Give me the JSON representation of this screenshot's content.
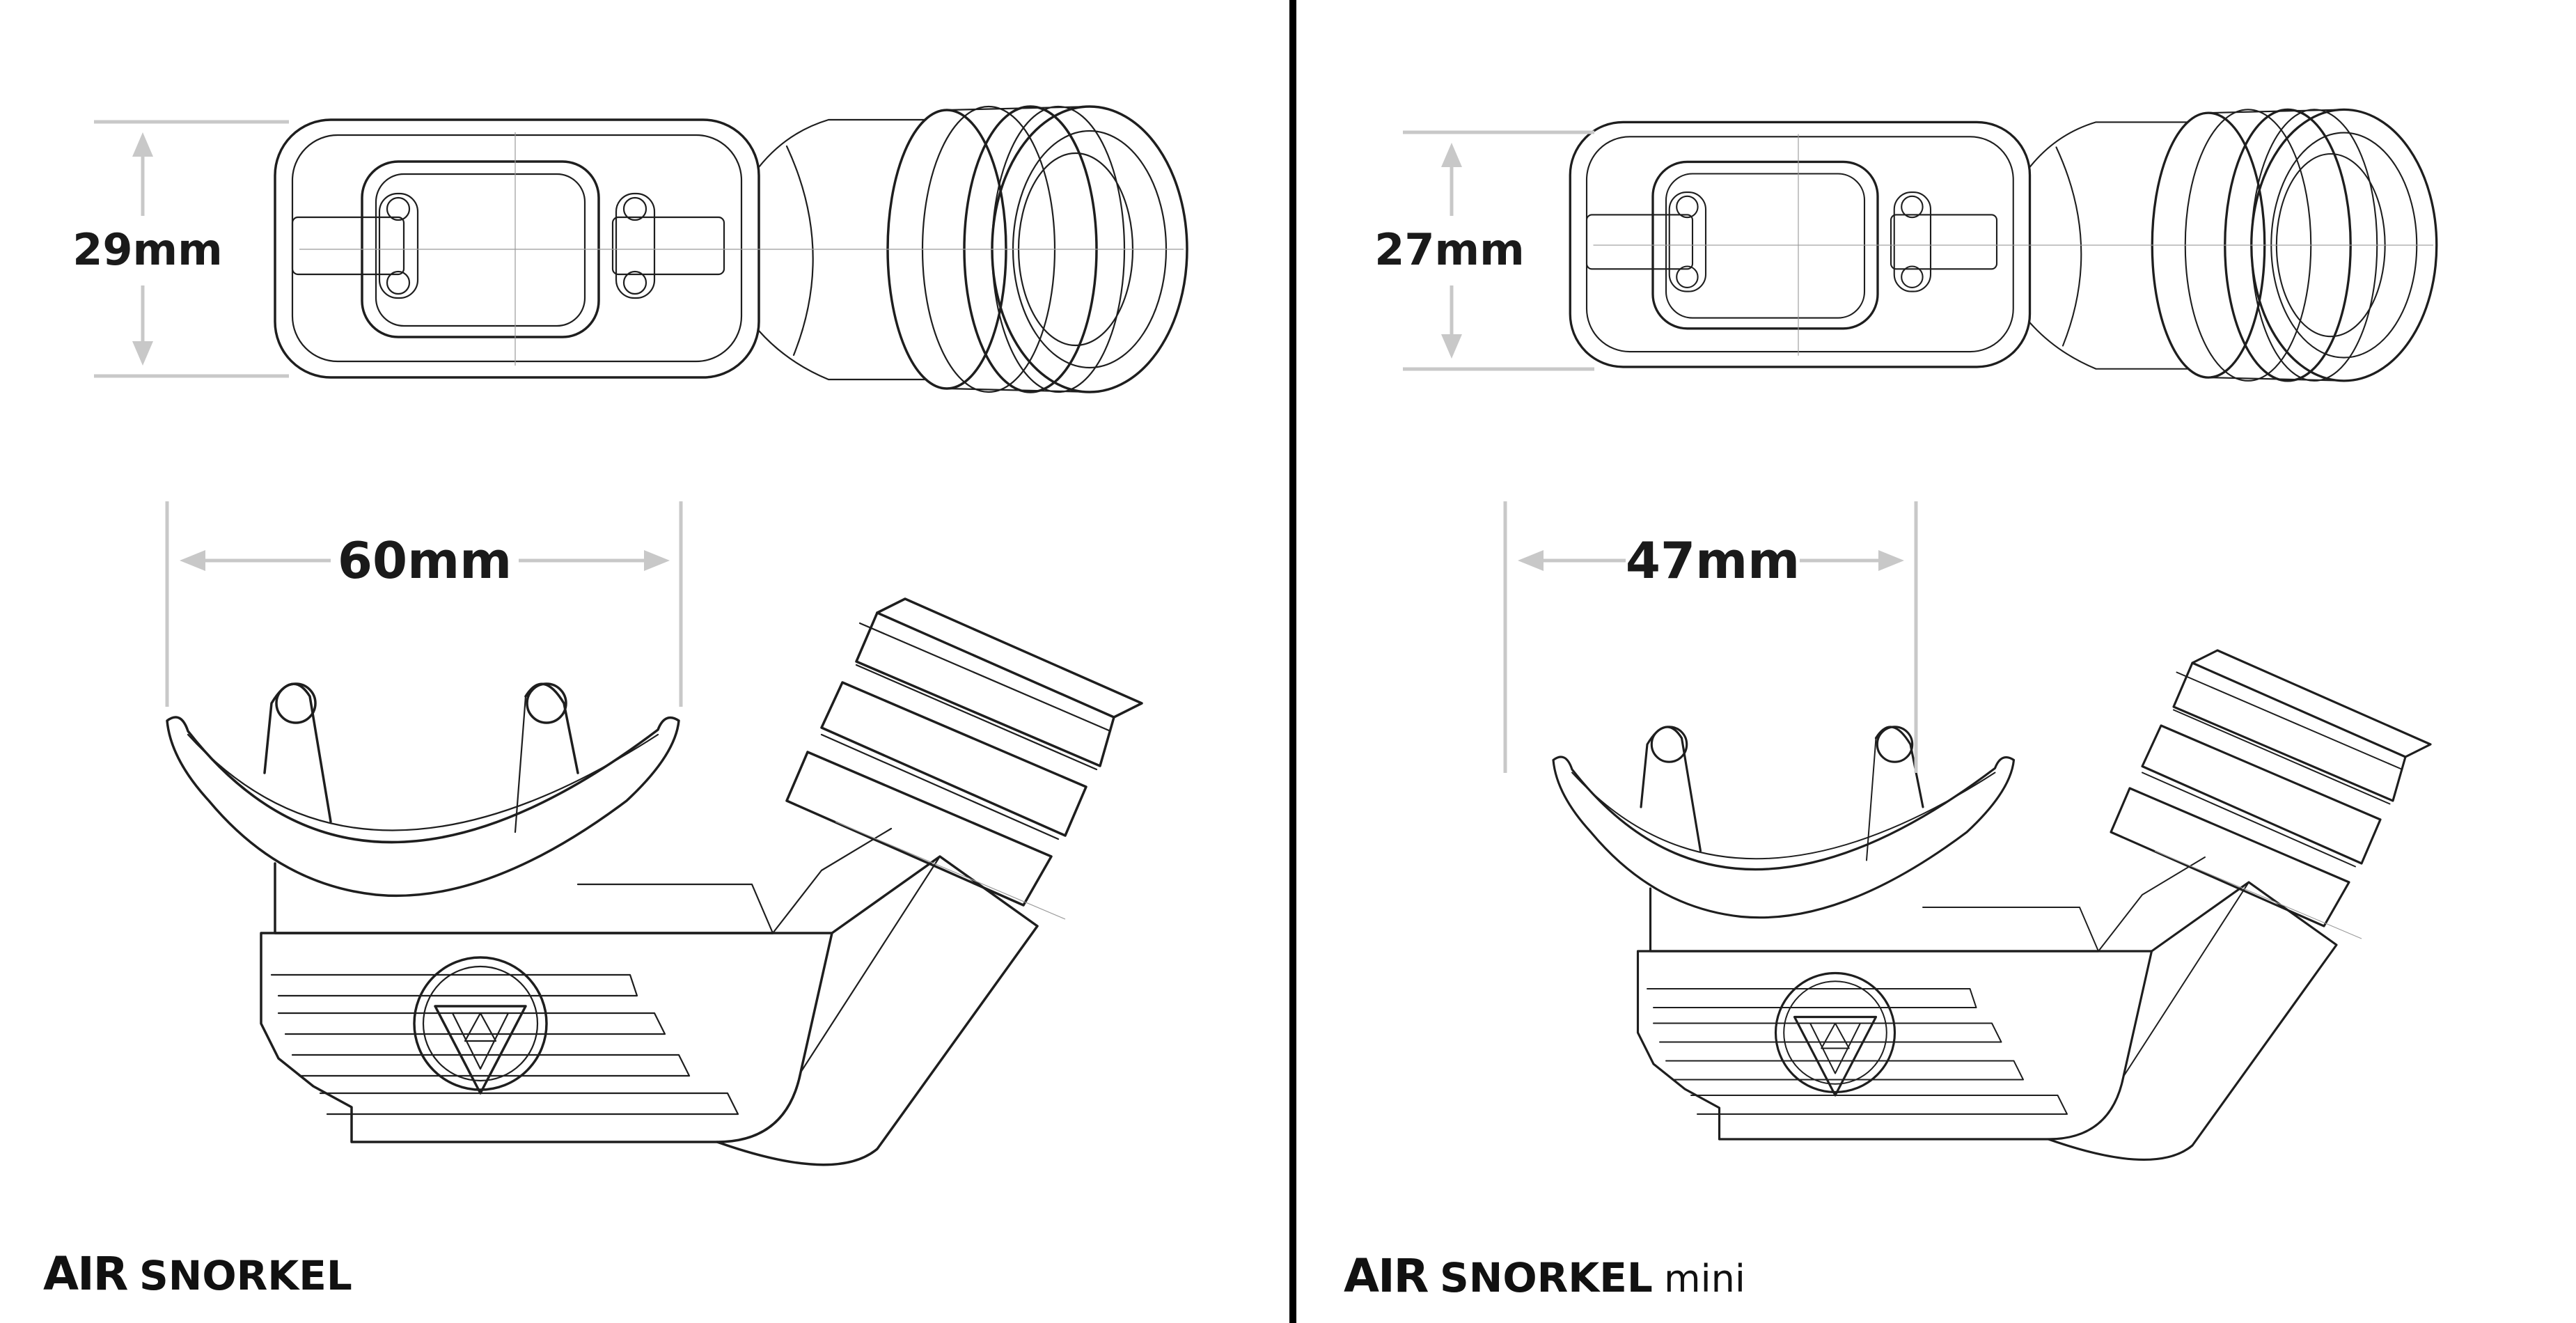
{
  "panels": [
    {
      "id": "standard",
      "height_label": "29mm",
      "width_label": "60mm",
      "brand_air": "AIR",
      "brand_name": "SNORKEL",
      "brand_suffix": ""
    },
    {
      "id": "mini",
      "height_label": "27mm",
      "width_label": "47mm",
      "brand_air": "AIR",
      "brand_name": "SNORKEL",
      "brand_suffix": "mini"
    }
  ],
  "colors": {
    "background": "#ffffff",
    "line_art": "#1e1e1e",
    "dimension_lines": "#c8c8c8",
    "divider": "#000000"
  }
}
